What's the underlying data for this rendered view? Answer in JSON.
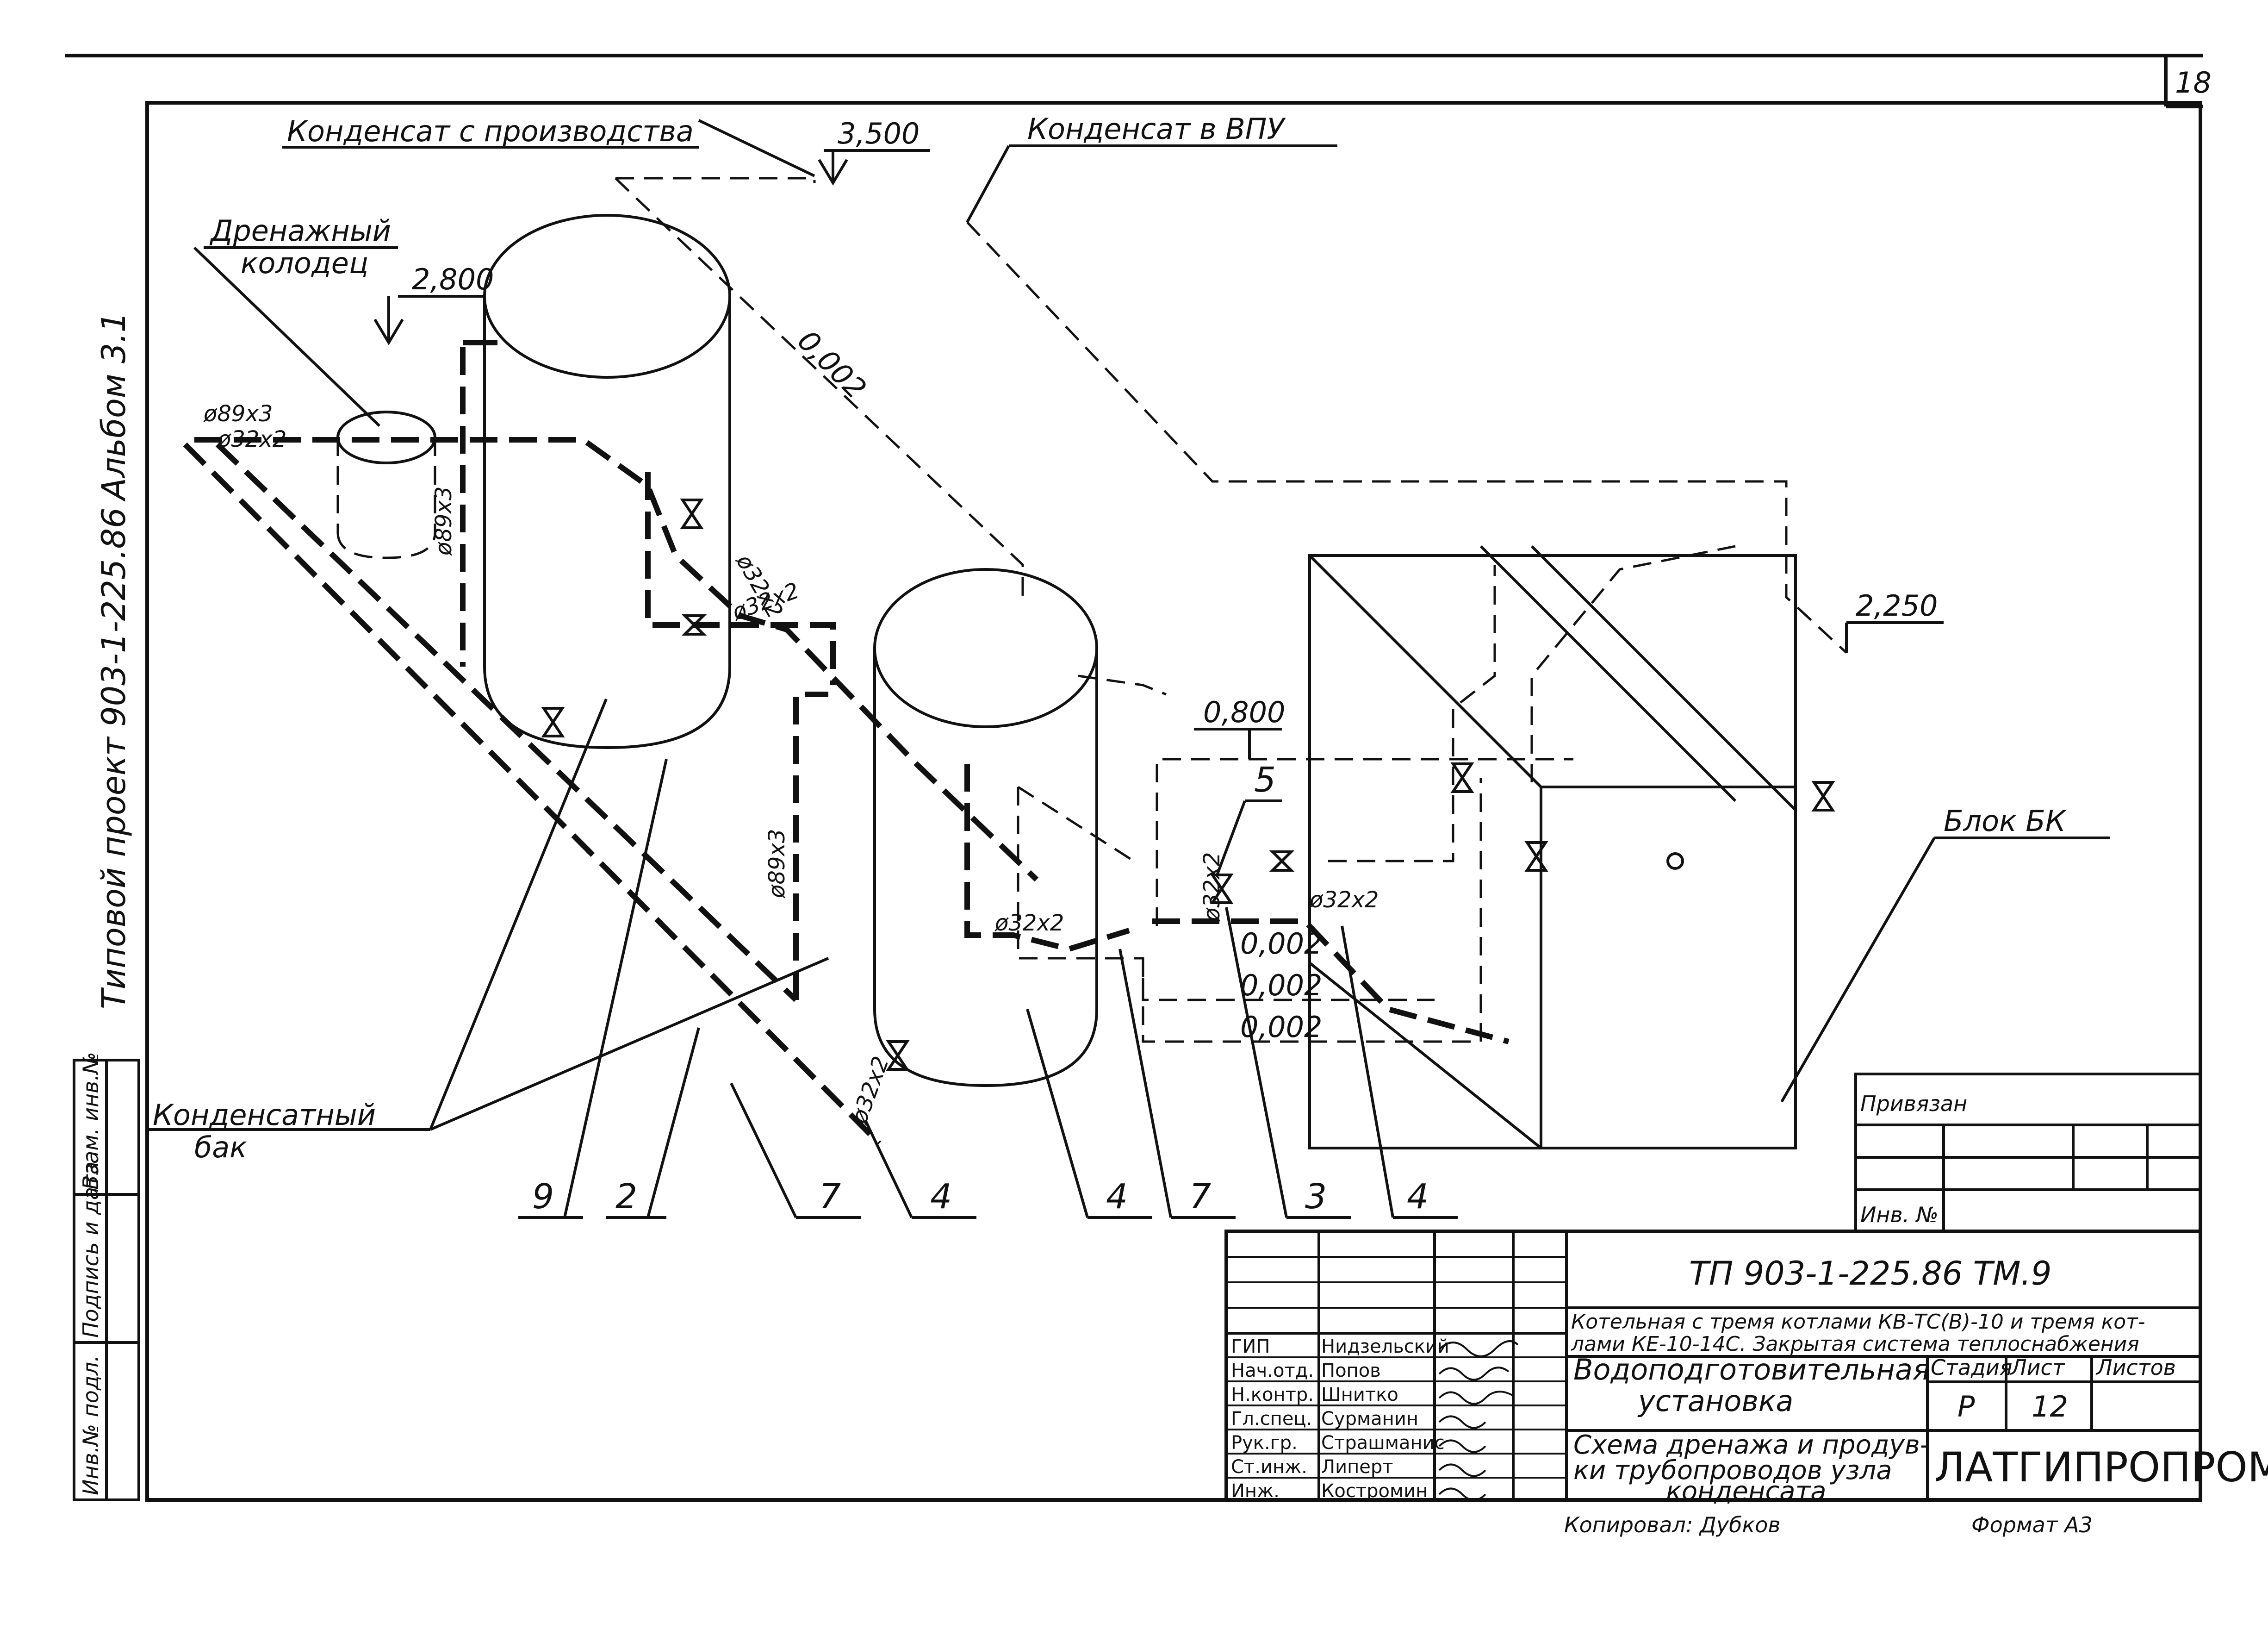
{
  "page_number": "18",
  "side": {
    "project": "Типовой проект 903-1-225.86",
    "album": "Альбом 3.1"
  },
  "labels": {
    "condensate_production": "Конденсат с производства",
    "condensate_vpu": "Конденсат в ВПУ",
    "drain_well_line1": "Дренажный",
    "drain_well_line2": "колодец",
    "condensate_tank_line1": "Конденсатный",
    "condensate_tank_line2": "бак",
    "block": "Блок БК"
  },
  "elevations": [
    "3,500",
    "2,800",
    "2,250",
    "0,800"
  ],
  "slopes": [
    "0,002",
    "0,002",
    "0,002",
    "0,002"
  ],
  "pipe_sizes": [
    "ø89х3",
    "ø32х2",
    "ø89х3",
    "ø32х2",
    "ø32х2",
    "ø89х3",
    "ø32х2",
    "ø32х2",
    "ø32х2",
    "ø32х2"
  ],
  "callouts": [
    "9",
    "2",
    "7",
    "4",
    "4",
    "7",
    "3",
    "4",
    "5"
  ],
  "title_block": {
    "code": "ТП 903-1-225.86   ТМ.9",
    "description": "Котельная с тремя котлами КВ-ТС(В)-10 и тремя котлами КЕ-10-14С. Закрытая система теплоснабжения",
    "description_line1": "Котельная с тремя котлами КВ-ТС(В)-10 и тремя кот-",
    "description_line2": "лами КЕ-10-14С. Закрытая система теплоснабжения",
    "section_line1": "Водоподготовительная",
    "section_line2": "установка",
    "sheet_title_line1": "Схема дренажа и продув-",
    "sheet_title_line2": "ки трубопроводов узла",
    "sheet_title_line3": "конденсата",
    "stage_header": "Стадия",
    "sheet_header": "Лист",
    "sheets_header": "Листов",
    "stage": "Р",
    "sheet": "12",
    "organization": "ЛАТГИПРОПРОМ",
    "roles": [
      {
        "role": "ГИП",
        "name": "Нидзельский"
      },
      {
        "role": "Нач.отд.",
        "name": "Попов"
      },
      {
        "role": "Н.контр.",
        "name": "Шнитко"
      },
      {
        "role": "Гл.спец.",
        "name": "Сурманин"
      },
      {
        "role": "Рук.гр.",
        "name": "Страшманис"
      },
      {
        "role": "Ст.инж.",
        "name": "Липерт"
      },
      {
        "role": "Инж.",
        "name": "Костромин"
      }
    ],
    "binding_label": "Привязан",
    "inv_label": "Инв. №",
    "copied_by": "Копировал: Дубков",
    "format": "Формат А3"
  },
  "left_strip": {
    "inv_orig": "Инв.№ подл.",
    "sign_date": "Подпись и дата",
    "inv_replace": "Взам. инв.№"
  }
}
